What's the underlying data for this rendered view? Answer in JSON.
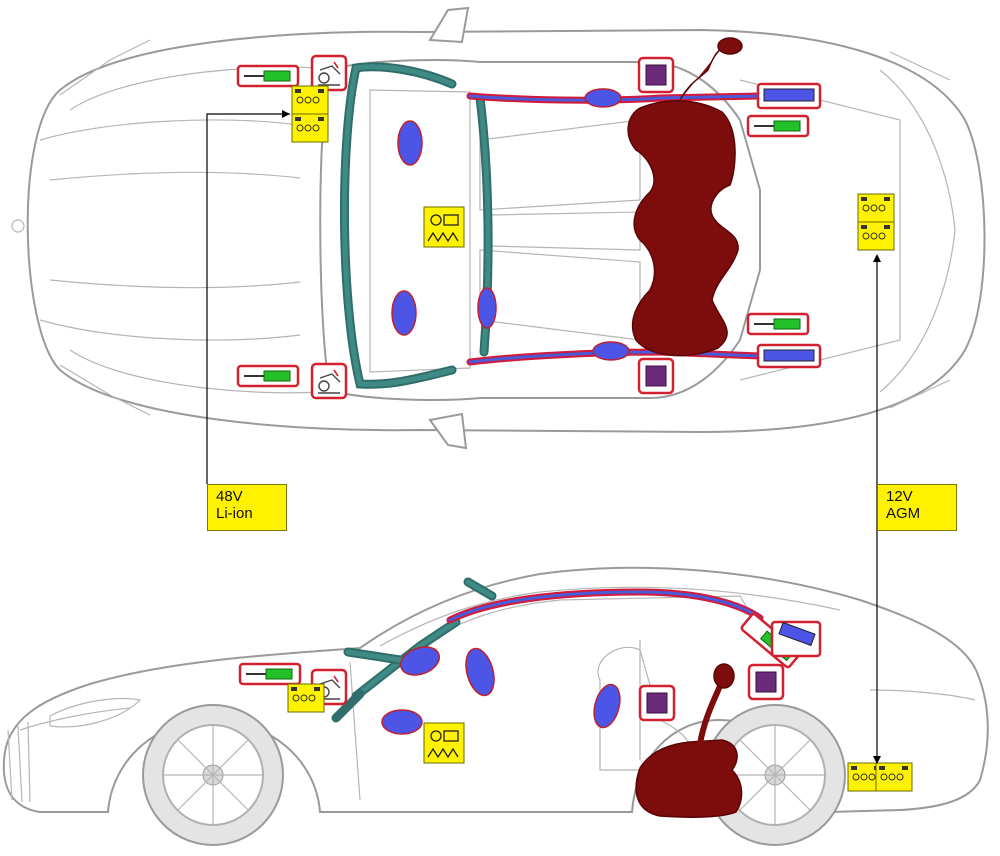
{
  "callouts": {
    "battery_48v": {
      "line1": "48V",
      "line2": "Li-ion"
    },
    "battery_12v": {
      "line1": "12V",
      "line2": "AGM"
    }
  },
  "colors": {
    "rollover_protection": "#2f6e6a",
    "high_voltage_cable": "#d21a3a",
    "airbag": "#4d55e6",
    "fuel_tank": "#7d0c0c",
    "control_unit": "#6b2a7a",
    "battery": "#fff200",
    "gas_strut": "#22c12a",
    "highlight_box": "#d2202e"
  },
  "icons": [
    "battery-icon",
    "gas-strut-icon",
    "pyro-seatbelt-icon",
    "control-unit-icon",
    "airbag-module-icon",
    "gas-generator-icon",
    "fuel-tank-icon"
  ]
}
